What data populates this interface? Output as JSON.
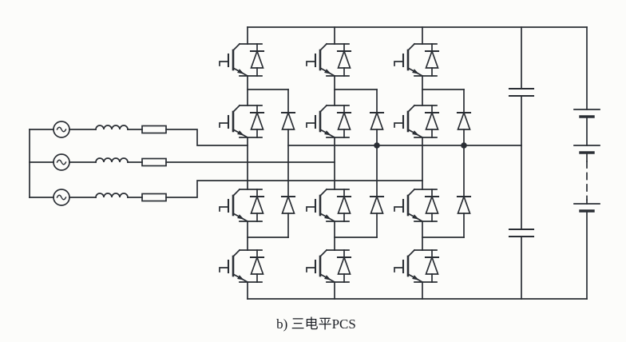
{
  "figure": {
    "caption": "b) 三电平PCS",
    "kind": "circuit-schematic"
  },
  "colors": {
    "background": "#fcfcfa",
    "line": "#2a2e34"
  },
  "circuit": {
    "ac_phases": 3,
    "converter_legs": 3,
    "igbt_modules_per_leg": 4,
    "clamp_diodes_per_leg": 2,
    "dc_link_capacitors": 2,
    "battery_cells_visible": 3,
    "neutral_junction_dots": 2,
    "symbols": {
      "ac_source": "circle-with-sine-icon",
      "inductor": "four-hump-coil-icon",
      "resistor": "rectangle-box-icon",
      "igbt_module": "igbt-with-antiparallel-diode-icon",
      "clamp_diode": "triangle-bar-diode-icon",
      "capacitor": "parallel-plates-icon",
      "battery_cell": "long-short-plate-icon",
      "battery_continuation": "dashed-line"
    }
  }
}
